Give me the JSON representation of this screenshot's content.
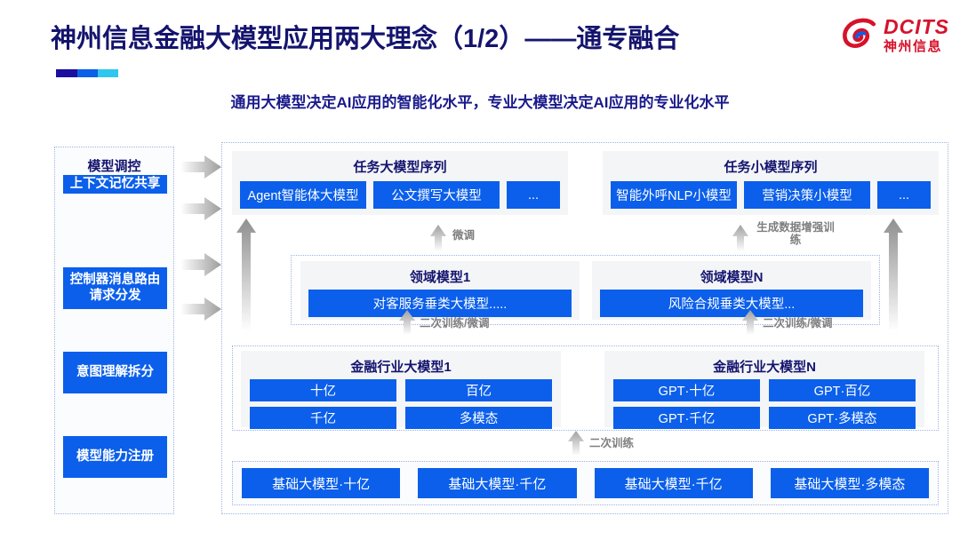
{
  "header": {
    "title": "神州信息金融大模型应用两大理念（1/2）——通专融合",
    "subtitle": "通用大模型决定AI应用的智能化水平，专业大模型决定AI应用的专业化水平",
    "logo": {
      "en": "DCITS",
      "cn": "神州信息",
      "mark": "swirl-logo-icon"
    },
    "accent_colors": [
      "#1a0f9e",
      "#0a60e8",
      "#2ec7ef"
    ]
  },
  "colors": {
    "brand_blue": "#0b5fea",
    "title_navy": "#14146e",
    "panel_gray": "#f4f5f7",
    "dotted_border": "#9fb4e0",
    "arrow_gray": "#9d9d9d",
    "logo_red": "#d6122b"
  },
  "sidebar": {
    "title": "模型调控",
    "items": [
      {
        "label": "控制器消息路由请求分发"
      },
      {
        "label": "意图理解拆分"
      },
      {
        "label": "模型能力注册"
      },
      {
        "label": "上下文记忆共享"
      }
    ]
  },
  "rows": {
    "row1": {
      "left": {
        "title": "任务大模型序列",
        "chips": [
          "Agent智能体大模型",
          "公文撰写大模型",
          "..."
        ]
      },
      "right": {
        "title": "任务小模型序列",
        "chips": [
          "智能外呼NLP小模型",
          "营销决策小模型",
          "..."
        ]
      }
    },
    "row2": {
      "left": {
        "title": "领域模型1",
        "chips": [
          "对客服务垂类大模型....."
        ]
      },
      "right": {
        "title": "领域模型N",
        "chips": [
          "风险合规垂类大模型..."
        ]
      }
    },
    "row3": {
      "left": {
        "title": "金融行业大模型1",
        "chips": [
          "十亿",
          "百亿",
          "千亿",
          "多模态"
        ]
      },
      "right": {
        "title": "金融行业大模型N",
        "chips": [
          "GPT·十亿",
          "GPT·百亿",
          "GPT·千亿",
          "GPT·多模态"
        ]
      }
    },
    "row4": {
      "chips": [
        "基础大模型·十亿",
        "基础大模型·千亿",
        "基础大模型·千亿",
        "基础大模型·多模态"
      ]
    }
  },
  "arrow_labels": {
    "fine_tune": "微调",
    "data_aug": "生成数据增强训练",
    "retrain_ft_left": "二次训练/微调",
    "retrain_ft_right": "二次训练/微调",
    "retrain": "二次训练"
  }
}
